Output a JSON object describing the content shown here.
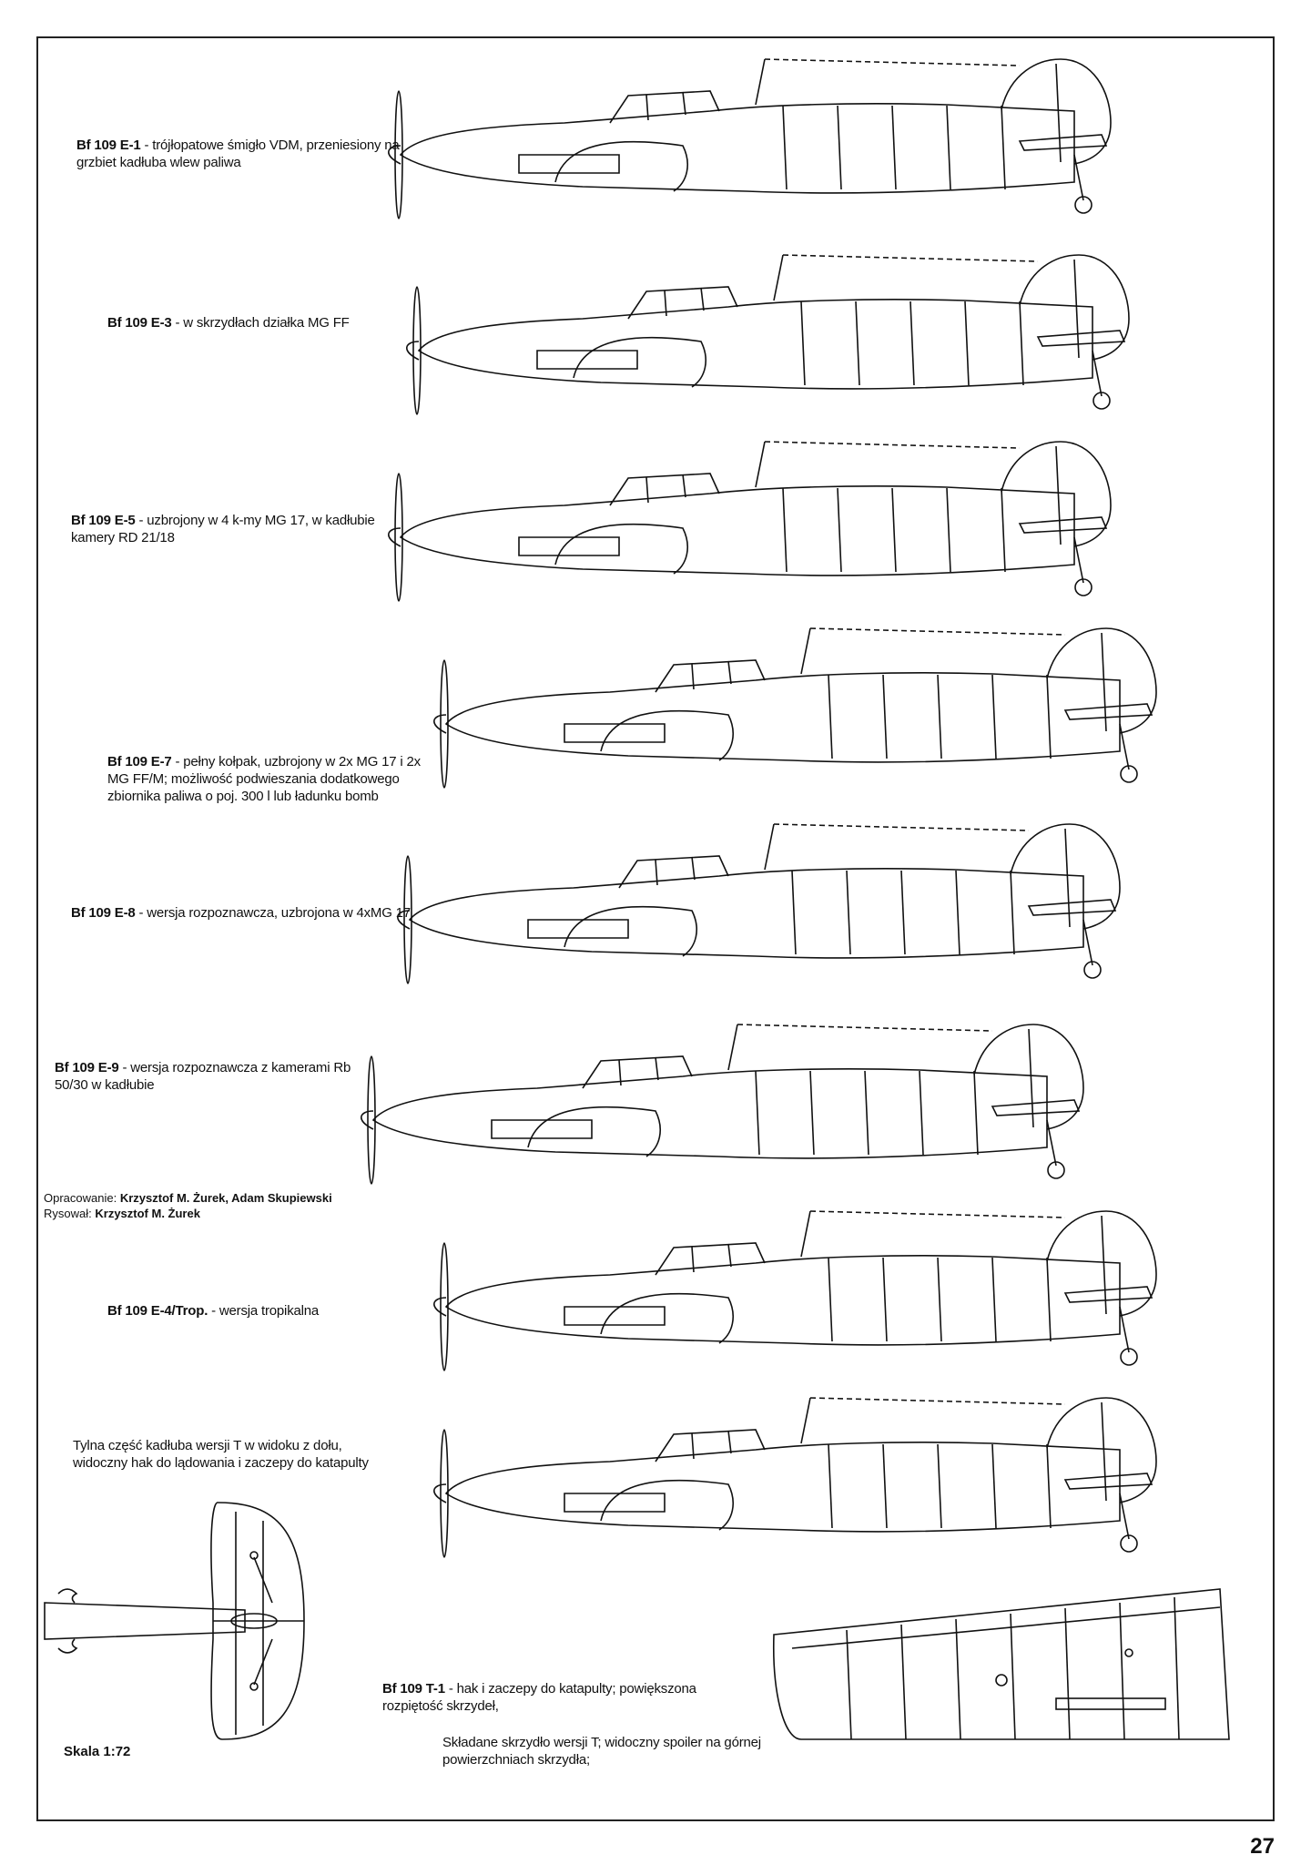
{
  "aircraft": [
    {
      "id": "e1",
      "designation": "Bf 109 E-1",
      "description": " - trójłopatowe śmigło VDM, przeniesiony na grzbiet kadłuba wlew paliwa"
    },
    {
      "id": "e3",
      "designation": "Bf 109 E-3",
      "description": " - w skrzydłach działka MG FF"
    },
    {
      "id": "e5",
      "designation": "Bf 109 E-5",
      "description": " - uzbrojony w 4 k-my MG 17, w kadłubie kamery RD 21/18"
    },
    {
      "id": "e7",
      "designation": "Bf 109 E-7",
      "description": " - pełny kołpak, uzbrojony w 2x MG 17 i 2x MG FF/M; możliwość podwieszania dodatkowego zbiornika paliwa o poj. 300 l lub ładunku bomb"
    },
    {
      "id": "e8",
      "designation": "Bf 109 E-8",
      "description": " - wersja rozpoznawcza, uzbrojona w 4xMG 17"
    },
    {
      "id": "e9",
      "designation": "Bf 109 E-9",
      "description": " - wersja rozpoznawcza z kamerami Rb 50/30 w kadłubie"
    },
    {
      "id": "e4trop",
      "designation": "Bf 109 E-4/Trop.",
      "description": " - wersja tropikalna"
    },
    {
      "id": "t1",
      "designation": "Bf 109 T-1",
      "description": " - hak i zaczepy do katapulty; powiększona rozpiętość skrzydeł,"
    }
  ],
  "credits": {
    "prepared_label": "Opracowanie:",
    "prepared_by": "Krzysztof M. Żurek, Adam Skupiewski",
    "drawn_label": "Rysował:",
    "drawn_by": "Krzysztof M. Żurek"
  },
  "notes": {
    "tail_underside": "Tylna część kadłuba wersji T w widoku z dołu, widoczny hak do lądowania i zaczepy do katapulty",
    "folding_wing": "Składane skrzydło wersji T; widoczny spoiler na górnej powierzchniach skrzydła;"
  },
  "scale": "Skala 1:72",
  "page_number": "27"
}
